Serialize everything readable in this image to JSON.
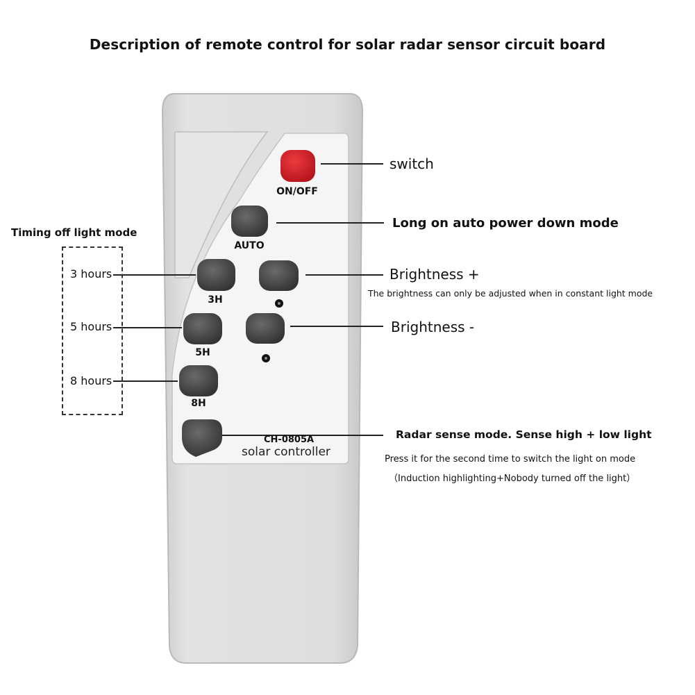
{
  "title": "Description of remote control for solar radar sensor circuit board",
  "timing": {
    "heading": "Timing off light mode",
    "items": [
      "3 hours",
      "5 hours",
      "8 hours"
    ]
  },
  "remote": {
    "on_off_label": "ON/OFF",
    "auto_label": "AUTO",
    "h3_label": "3H",
    "h5_label": "5H",
    "h8_label": "8H",
    "model": "CH-0805A",
    "brand": "solar controller"
  },
  "callouts": {
    "switch": "switch",
    "auto": "Long on auto power down mode",
    "brightness_plus": "Brightness +",
    "brightness_note": "The brightness can only be adjusted when in constant light mode",
    "brightness_minus": "Brightness -",
    "radar": "Radar sense mode. Sense high + low light",
    "radar_note1": "Press it for the second time to switch the light on mode",
    "radar_note2": "（Induction highlighting+Nobody turned off the light）"
  },
  "colors": {
    "body": "#dcdcdc",
    "panel": "#f4f4f4",
    "power_button": "#d8202a",
    "gray_button": "#4a4a4a"
  }
}
